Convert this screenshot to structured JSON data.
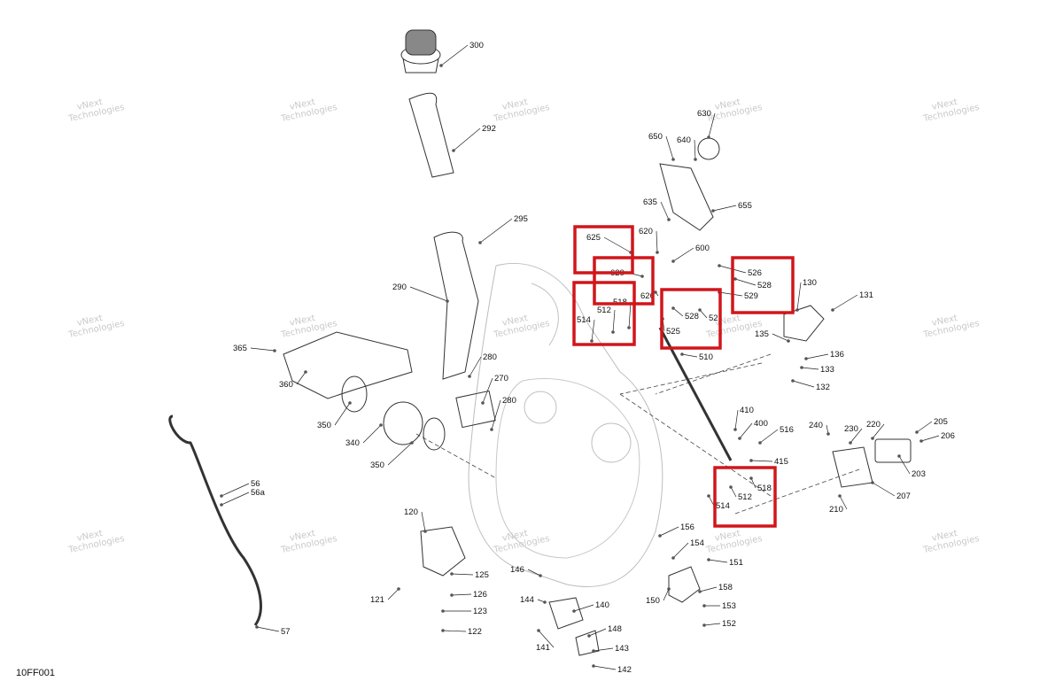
{
  "diagram": {
    "code": "10FF001",
    "watermark_text": [
      "vNext",
      "Technologies"
    ],
    "highlight_color": "#d0161b",
    "leader_color": "#222222",
    "part_color": "#555555",
    "parts": [
      "300",
      "292",
      "295",
      "290",
      "365",
      "360",
      "280",
      "270",
      "280",
      "350",
      "340",
      "350",
      "56",
      "56a",
      "57",
      "120",
      "125",
      "121",
      "126",
      "123",
      "122",
      "650",
      "630",
      "640",
      "635",
      "655",
      "620",
      "600",
      "625",
      "629",
      "526",
      "528",
      "529",
      "130",
      "131",
      "518",
      "512",
      "514",
      "626",
      "528",
      "525",
      "52",
      "135",
      "136",
      "133",
      "132",
      "510",
      "410",
      "400",
      "516",
      "415",
      "518",
      "512",
      "514",
      "240",
      "230",
      "220",
      "205",
      "206",
      "203",
      "207",
      "210",
      "156",
      "154",
      "151",
      "150",
      "158",
      "153",
      "152",
      "146",
      "144",
      "140",
      "141",
      "148",
      "143",
      "142"
    ],
    "highlighted_groups": [
      "625-629",
      "512-518-514",
      "526-528-529",
      "528-525",
      "512-518-514-lower"
    ]
  }
}
